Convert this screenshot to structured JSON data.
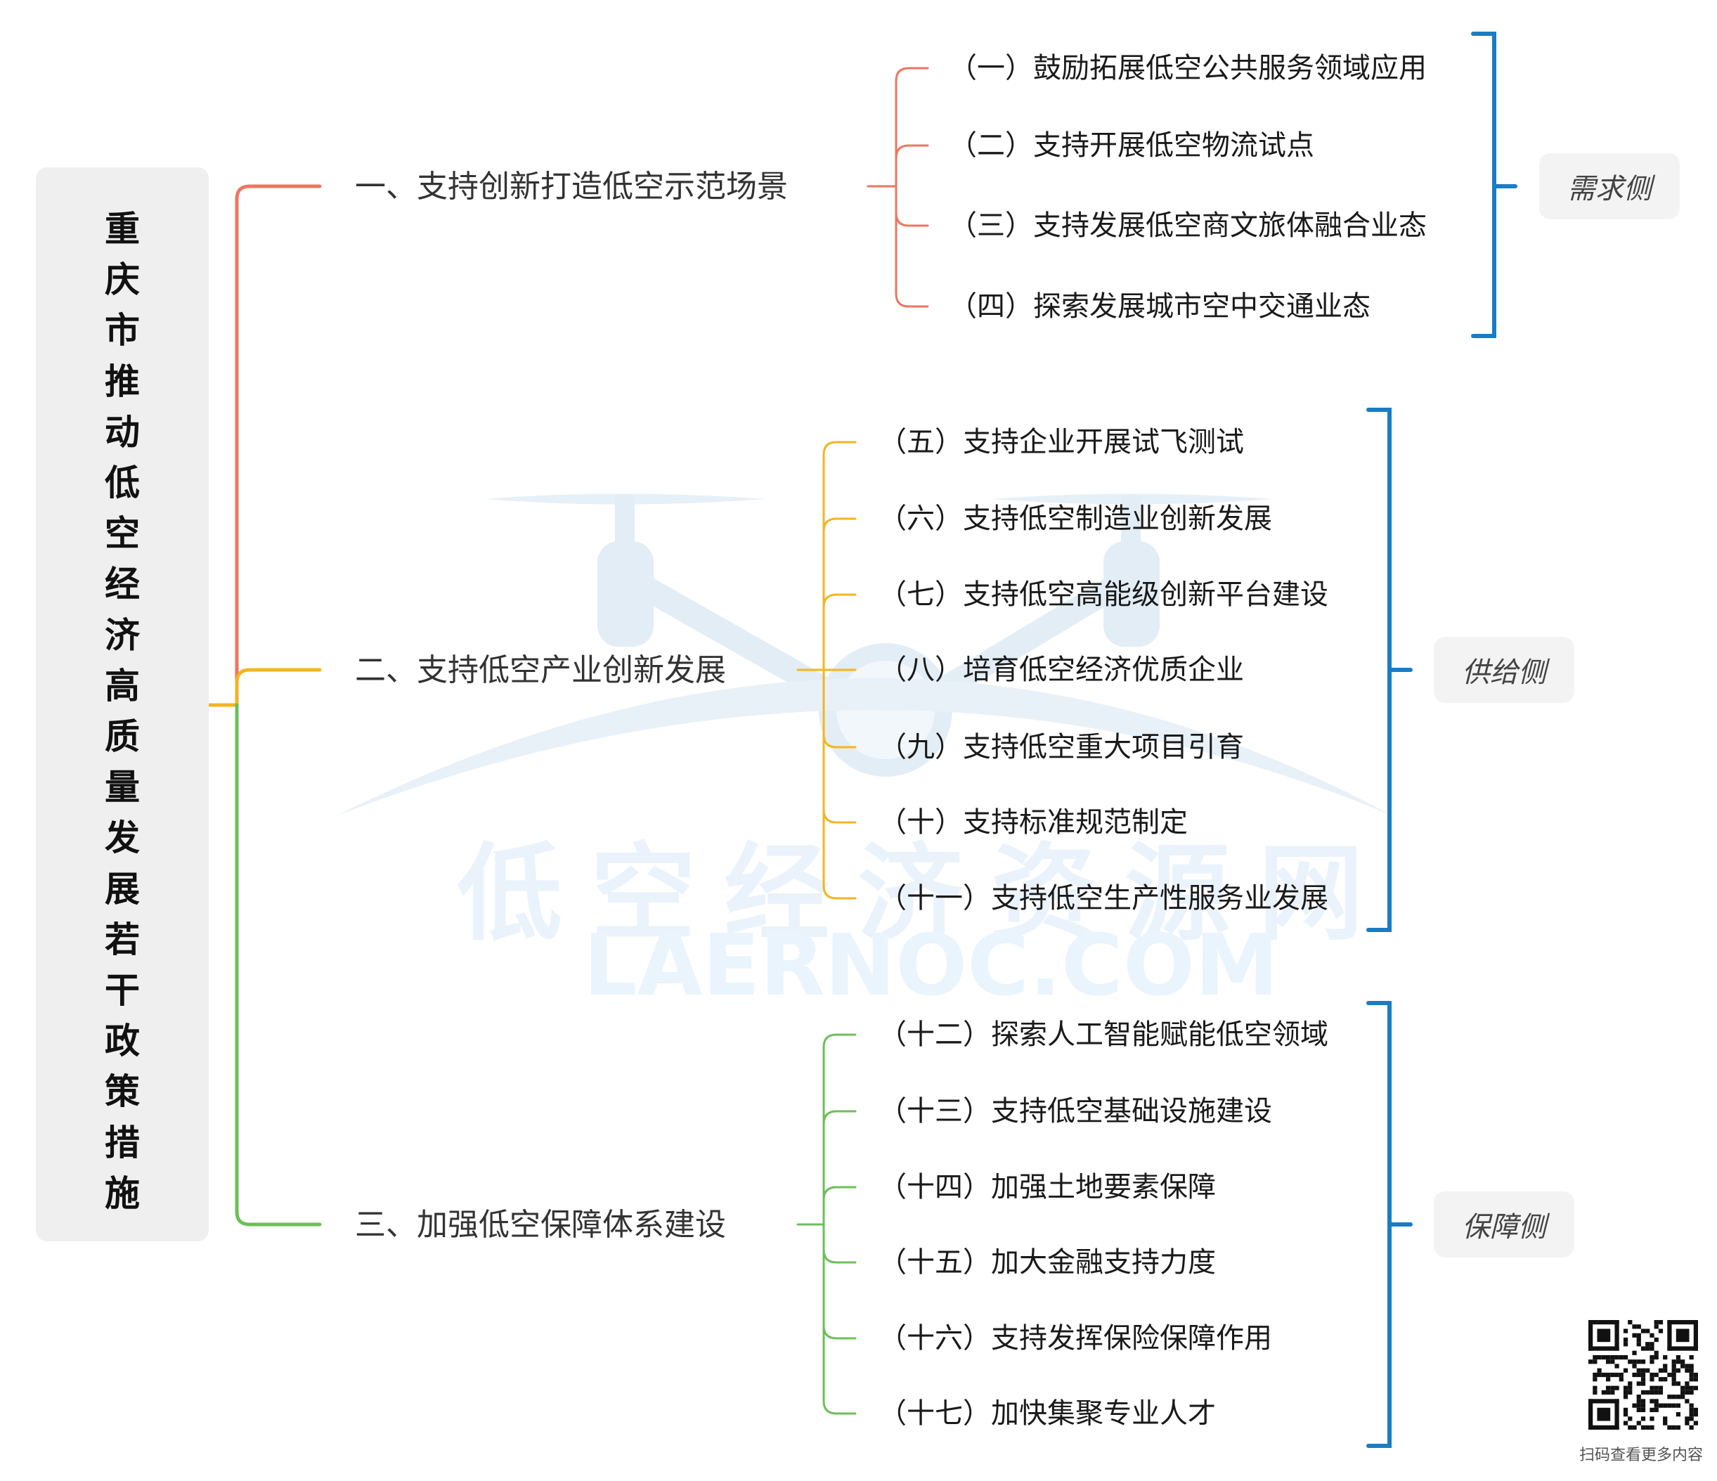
{
  "root": {
    "title": "重庆市推动低空经济高质量发展若干政策措施",
    "chars": [
      "重",
      "庆",
      "市",
      "推",
      "动",
      "低",
      "空",
      "经",
      "济",
      "高",
      "质",
      "量",
      "发",
      "展",
      "若",
      "干",
      "政",
      "策",
      "措",
      "施"
    ]
  },
  "branches": [
    {
      "label": "一、支持创新打造低空示范场景",
      "color": "#ef7560",
      "tag": "需求侧",
      "items": [
        "（一）鼓励拓展低空公共服务领域应用",
        "（二）支持开展低空物流试点",
        "（三）支持发展低空商文旅体融合业态",
        "（四）探索发展城市空中交通业态"
      ]
    },
    {
      "label": "二、支持低空产业创新发展",
      "color": "#f4b51f",
      "tag": "供给侧",
      "items": [
        "（五）支持企业开展试飞测试",
        "（六）支持低空制造业创新发展",
        "（七）支持低空高能级创新平台建设",
        "（八）培育低空经济优质企业",
        "（九）支持低空重大项目引育",
        "（十）支持标准规范制定",
        "（十一）支持低空生产性服务业发展"
      ]
    },
    {
      "label": "三、加强低空保障体系建设",
      "color": "#6cbf5a",
      "tag": "保障侧",
      "items": [
        "（十二）探索人工智能赋能低空领域",
        "（十三）支持低空基础设施建设",
        "（十四）加强土地要素保障",
        "（十五）加大金融支持力度",
        "（十六）支持发挥保险保障作用",
        "（十七）加快集聚专业人才"
      ]
    }
  ],
  "bracket_color": "#1a7cc4",
  "watermark": {
    "cn": "低空经济资源网",
    "en": "LAERNOC.COM",
    "icon": "drone-icon"
  },
  "qr": {
    "icon": "qr-code-icon",
    "caption": "扫码查看更多内容"
  }
}
